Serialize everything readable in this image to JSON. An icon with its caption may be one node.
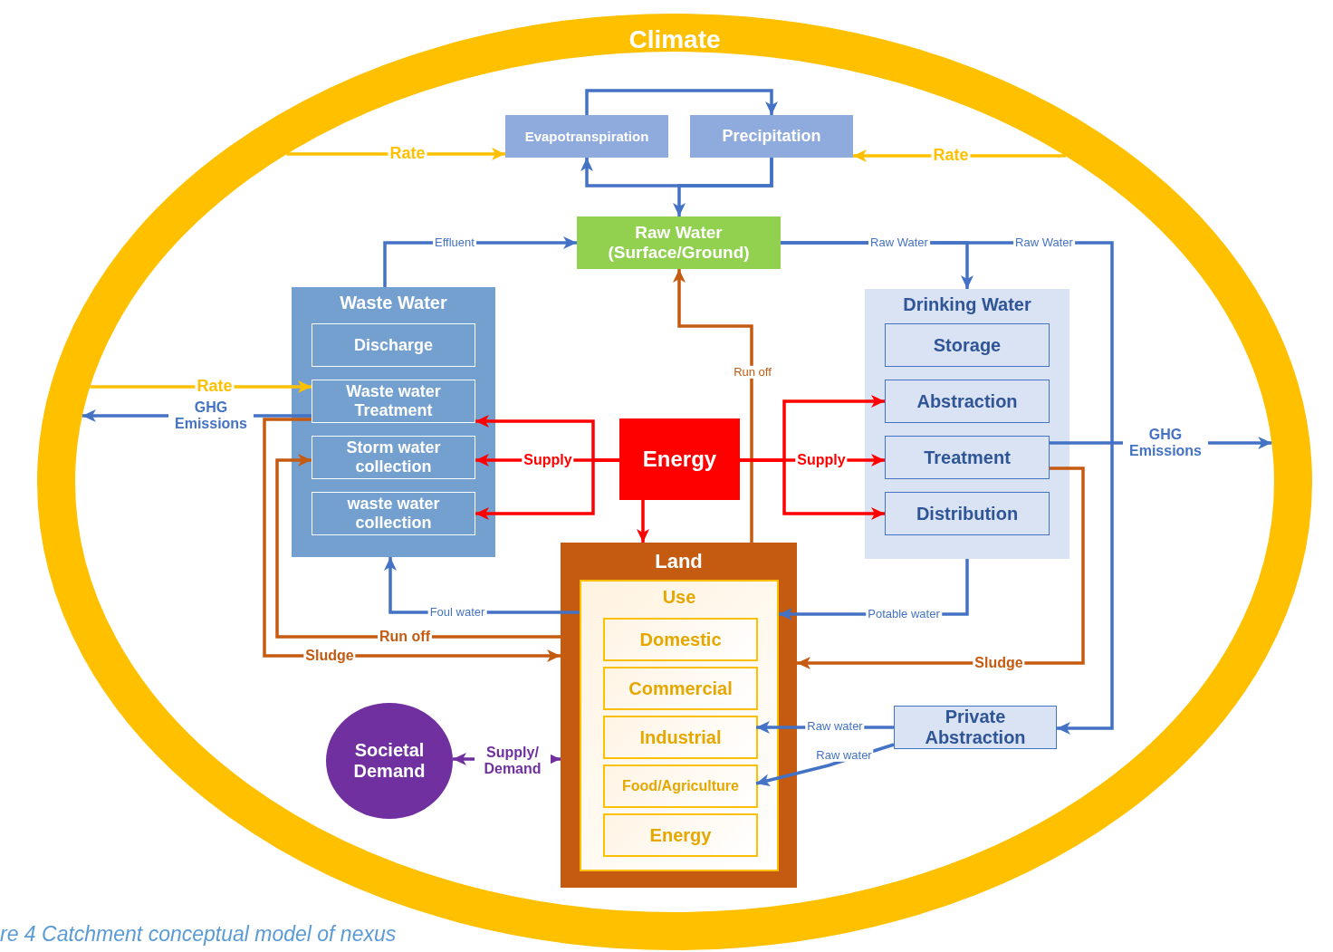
{
  "diagram": {
    "caption": "re 4 Catchment conceptual model of nexus",
    "nodes": [
      {
        "text": [
          "Climate"
        ]
      },
      {
        "text": [
          "Evapotranspiration"
        ],
        "in": 0
      },
      {
        "text": [
          "Precipitation"
        ],
        "in": 0
      },
      {
        "text": [
          "Raw Water (Surface/Ground)"
        ],
        "in": 0
      },
      {
        "text": [
          "Waste Water"
        ],
        "in": 0
      },
      {
        "text": [
          "Discharge"
        ],
        "in": 4
      },
      {
        "text": [
          "Waste water Treatment"
        ],
        "in": 4
      },
      {
        "text": [
          "Storm water collection"
        ],
        "in": 4
      },
      {
        "text": [
          "waste water collection"
        ],
        "in": 4
      },
      {
        "text": [
          "Drinking Water"
        ],
        "in": 0
      },
      {
        "text": [
          "Storage"
        ],
        "in": 9
      },
      {
        "text": [
          "Abstraction"
        ],
        "in": 9
      },
      {
        "text": [
          "Treatment"
        ],
        "in": 9
      },
      {
        "text": [
          "Distribution"
        ],
        "in": 9
      },
      {
        "text": [
          "Energy"
        ],
        "in": 0
      },
      {
        "text": [
          "Land"
        ],
        "in": 0
      },
      {
        "text": [
          "Use"
        ],
        "in": 15
      },
      {
        "text": [
          "Domestic"
        ],
        "in": 16
      },
      {
        "text": [
          "Commercial"
        ],
        "in": 16
      },
      {
        "text": [
          "Industrial"
        ],
        "in": 16
      },
      {
        "text": [
          "Food/Agriculture"
        ],
        "in": 16
      },
      {
        "text": [
          "Energy"
        ],
        "in": 16
      },
      {
        "text": [
          "Private Abstraction"
        ],
        "in": 0
      },
      {
        "text": [
          "Societal Demand"
        ],
        "in": 0
      }
    ],
    "edges": [
      {
        "from": 0,
        "to": 1,
        "arrow": "to",
        "label": "Rate",
        "color": "#ffc000"
      },
      {
        "from": 0,
        "to": 2,
        "arrow": "to",
        "label": "Rate",
        "color": "#ffc000"
      },
      {
        "from": 0,
        "to": 6,
        "arrow": "to",
        "label": "Rate",
        "color": "#ffc000"
      },
      {
        "from": 6,
        "to": 0,
        "arrow": "to",
        "label": "GHG Emissions"
      },
      {
        "from": 12,
        "to": 0,
        "arrow": "to",
        "label": "GHG Emissions"
      },
      {
        "from": 1,
        "to": 2,
        "arrow": "to"
      },
      {
        "from": 2,
        "to": 3,
        "arrow": "to"
      },
      {
        "from": 2,
        "to": 1,
        "arrow": "to"
      },
      {
        "from": 4,
        "to": 3,
        "arrow": "to",
        "label": "Effluent"
      },
      {
        "from": 3,
        "to": 9,
        "arrow": "to",
        "label": "Raw Water"
      },
      {
        "from": 3,
        "to": 22,
        "arrow": "to",
        "label": "Raw Water"
      },
      {
        "from": 15,
        "to": 3,
        "arrow": "to",
        "label": "Run off",
        "color": "#c55a11"
      },
      {
        "from": 14,
        "to": 6,
        "arrow": "to",
        "color": "#ff0000"
      },
      {
        "from": 14,
        "to": 7,
        "arrow": "to",
        "label": "Supply",
        "color": "#ff0000"
      },
      {
        "from": 14,
        "to": 8,
        "arrow": "to",
        "color": "#ff0000"
      },
      {
        "from": 14,
        "to": 11,
        "arrow": "to",
        "color": "#ff0000"
      },
      {
        "from": 14,
        "to": 12,
        "arrow": "to",
        "label": "Supply",
        "color": "#ff0000"
      },
      {
        "from": 14,
        "to": 13,
        "arrow": "to",
        "color": "#ff0000"
      },
      {
        "from": 14,
        "to": 15,
        "arrow": "to",
        "color": "#ff0000"
      },
      {
        "from": 16,
        "to": 4,
        "arrow": "to",
        "label": "Foul water"
      },
      {
        "from": 15,
        "to": 7,
        "arrow": "to",
        "label": "Run off",
        "color": "#c55a11"
      },
      {
        "from": 6,
        "to": 15,
        "arrow": "to",
        "label": "Sludge",
        "color": "#c55a11"
      },
      {
        "from": 9,
        "to": 16,
        "arrow": "to",
        "label": "Potable water"
      },
      {
        "from": 12,
        "to": 15,
        "arrow": "to",
        "label": "Sludge",
        "color": "#c55a11"
      },
      {
        "from": 22,
        "to": 19,
        "arrow": "to",
        "label": "Raw water"
      },
      {
        "from": 22,
        "to": 20,
        "arrow": "to",
        "label": "Raw water"
      },
      {
        "from": 23,
        "to": 15,
        "arrow": "both",
        "label": "Supply/ Demand",
        "color": "#7030a0"
      }
    ]
  }
}
